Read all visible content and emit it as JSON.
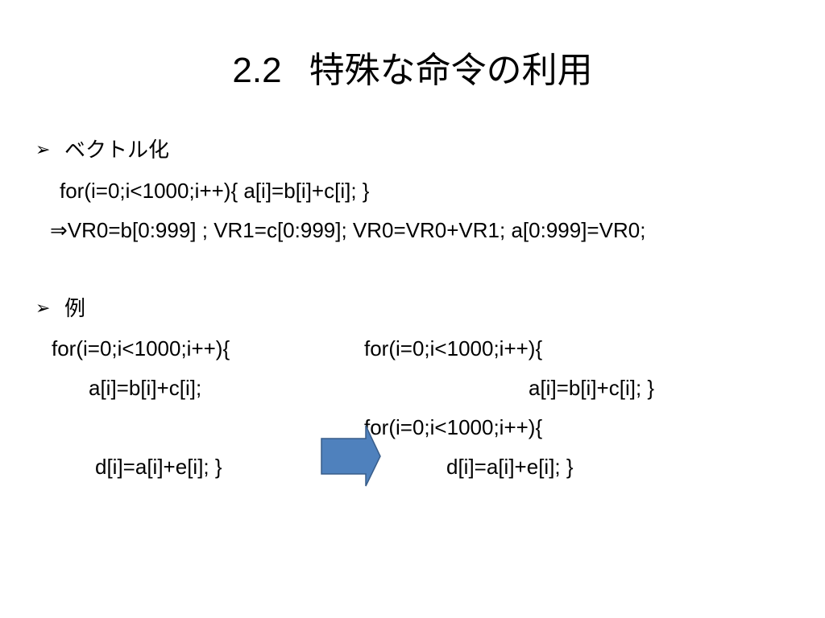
{
  "slide": {
    "title_number": "2.2",
    "title_text": "特殊な命令の利用"
  },
  "section1": {
    "bullet": "➢",
    "heading": "ベクトル化",
    "code_line1": "for(i=0;i<1000;i++){ a[i]=b[i]+c[i]; }",
    "code_line2": "⇒VR0=b[0:999] ; VR1=c[0:999]; VR0=VR0+VR1; a[0:999]=VR0;"
  },
  "section2": {
    "bullet": "➢",
    "heading": "例",
    "left": {
      "line1": "for(i=0;i<1000;i++){",
      "line2": "a[i]=b[i]+c[i];",
      "line3": "d[i]=a[i]+e[i]; }"
    },
    "right": {
      "line1": "for(i=0;i<1000;i++){",
      "line2": "a[i]=b[i]+c[i]; }",
      "line3": "for(i=0;i<1000;i++){",
      "line4": "d[i]=a[i]+e[i]; }"
    }
  },
  "colors": {
    "arrow_fill": "#4f81bd",
    "arrow_stroke": "#385d8a",
    "text": "#000000"
  }
}
